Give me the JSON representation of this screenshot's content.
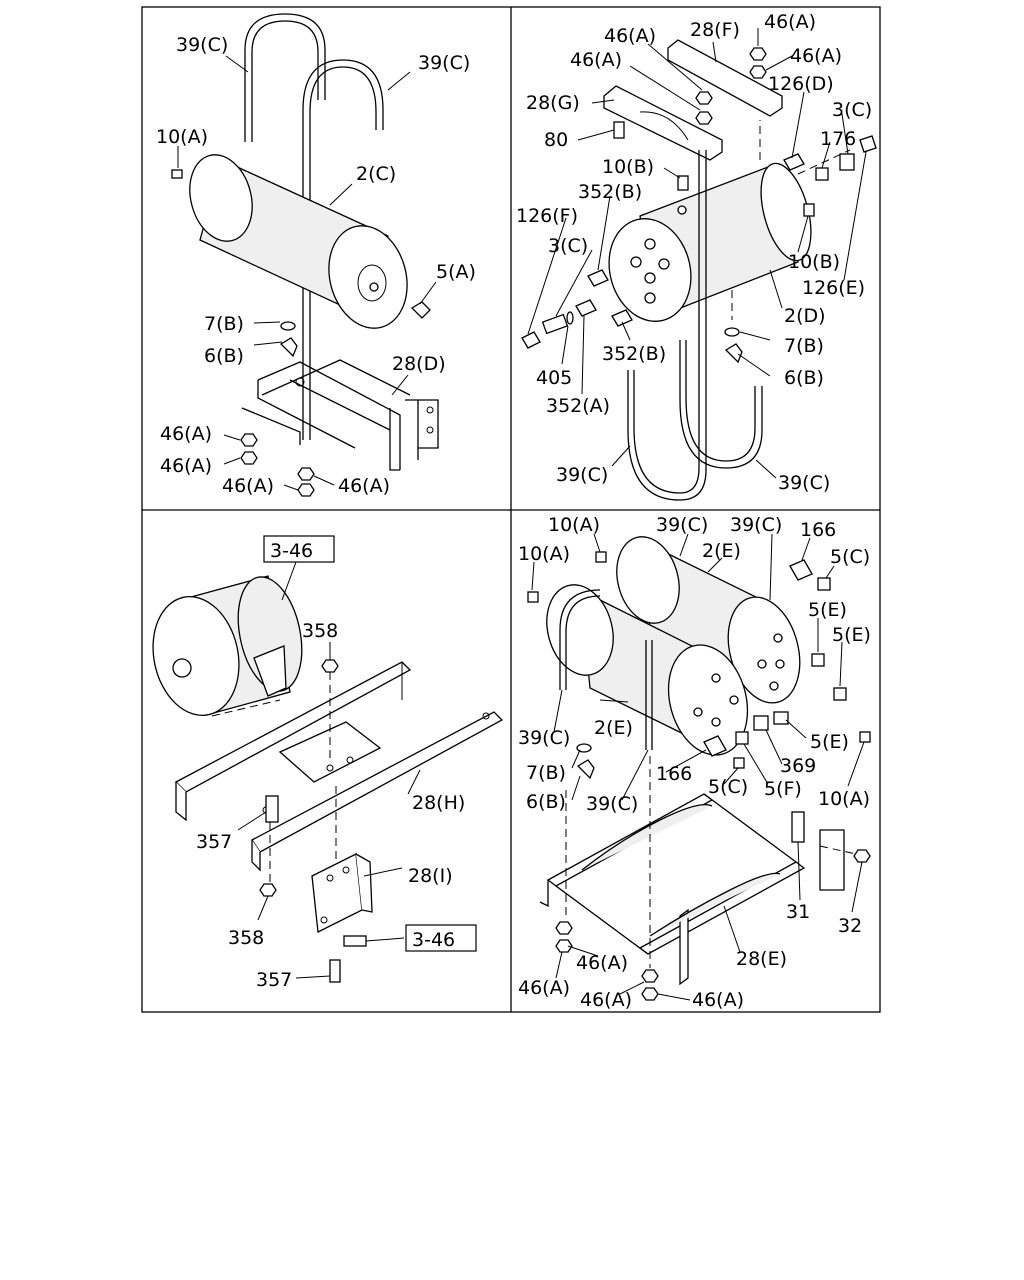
{
  "panels": {
    "top_left": {
      "labels": [
        "39(C)",
        "39(C)",
        "10(A)",
        "2(C)",
        "5(A)",
        "7(B)",
        "6(B)",
        "28(D)",
        "46(A)",
        "46(A)",
        "46(A)",
        "46(A)"
      ]
    },
    "top_right": {
      "labels": [
        "46(A)",
        "28(F)",
        "46(A)",
        "46(A)",
        "46(A)",
        "126(D)",
        "28(G)",
        "3(C)",
        "80",
        "176",
        "10(B)",
        "352(B)",
        "126(F)",
        "3(C)",
        "10(B)",
        "126(E)",
        "2(D)",
        "7(B)",
        "352(B)",
        "6(B)",
        "405",
        "352(A)",
        "39(C)",
        "39(C)"
      ]
    },
    "bottom_left": {
      "labels": [
        "358",
        "28(H)",
        "357",
        "28(I)",
        "358",
        "357"
      ],
      "refs": [
        "3-46",
        "3-46"
      ]
    },
    "bottom_right": {
      "labels": [
        "10(A)",
        "39(C)",
        "39(C)",
        "166",
        "10(A)",
        "2(E)",
        "5(C)",
        "5(E)",
        "5(E)",
        "39(C)",
        "2(E)",
        "5(E)",
        "7(B)",
        "166",
        "369",
        "6(B)",
        "39(C)",
        "5(C)",
        "5(F)",
        "10(A)",
        "31",
        "32",
        "28(E)",
        "46(A)",
        "46(A)",
        "46(A)",
        "46(A)"
      ]
    }
  }
}
